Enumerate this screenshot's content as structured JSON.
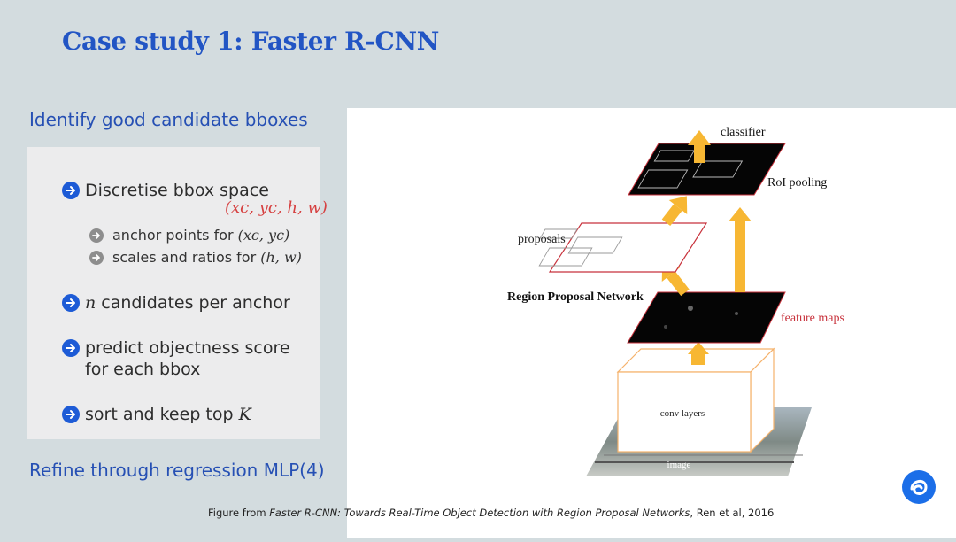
{
  "slide": {
    "title": "Case study 1: Faster R-CNN",
    "heading_top": "Identify good candidate bboxes",
    "heading_bottom": "Refine through regression MLP(4)"
  },
  "bullets": {
    "b1": "Discretise bbox space",
    "b1_math": "(xc, yc, h, w)",
    "sub1_text": "anchor points for",
    "sub1_math": "(xc, yc)",
    "sub2_text": "scales and ratios for",
    "sub2_math": "(h, w)",
    "b2_math": "n",
    "b2_text": "candidates per anchor",
    "b3_line1": "predict objectness score",
    "b3_line2": "for each bbox",
    "b4_text": "sort and keep top",
    "b4_math": "K"
  },
  "figure": {
    "classifier": "classifier",
    "roi_pooling": "RoI pooling",
    "proposals": "proposals",
    "rpn": "Region Proposal Network",
    "feature_maps": "feature maps",
    "conv_layers": "conv layers",
    "image": "image"
  },
  "caption": {
    "prefix": "Figure from ",
    "paper": "Faster R-CNN: Towards Real-Time Object Detection with Region Proposal Networks",
    "suffix": ", Ren et al, 2016"
  },
  "colors": {
    "title_blue": "#2255c4",
    "bullet_blue": "#1d5bd6",
    "math_red": "#d64040",
    "arrow_orange": "#f7b733",
    "proposal_red": "#c8323c"
  },
  "icons": {
    "bullet": "arrow-right-circle-icon",
    "sub_bullet": "arrow-right-circle-icon",
    "logo": "swirl-logo-icon"
  }
}
